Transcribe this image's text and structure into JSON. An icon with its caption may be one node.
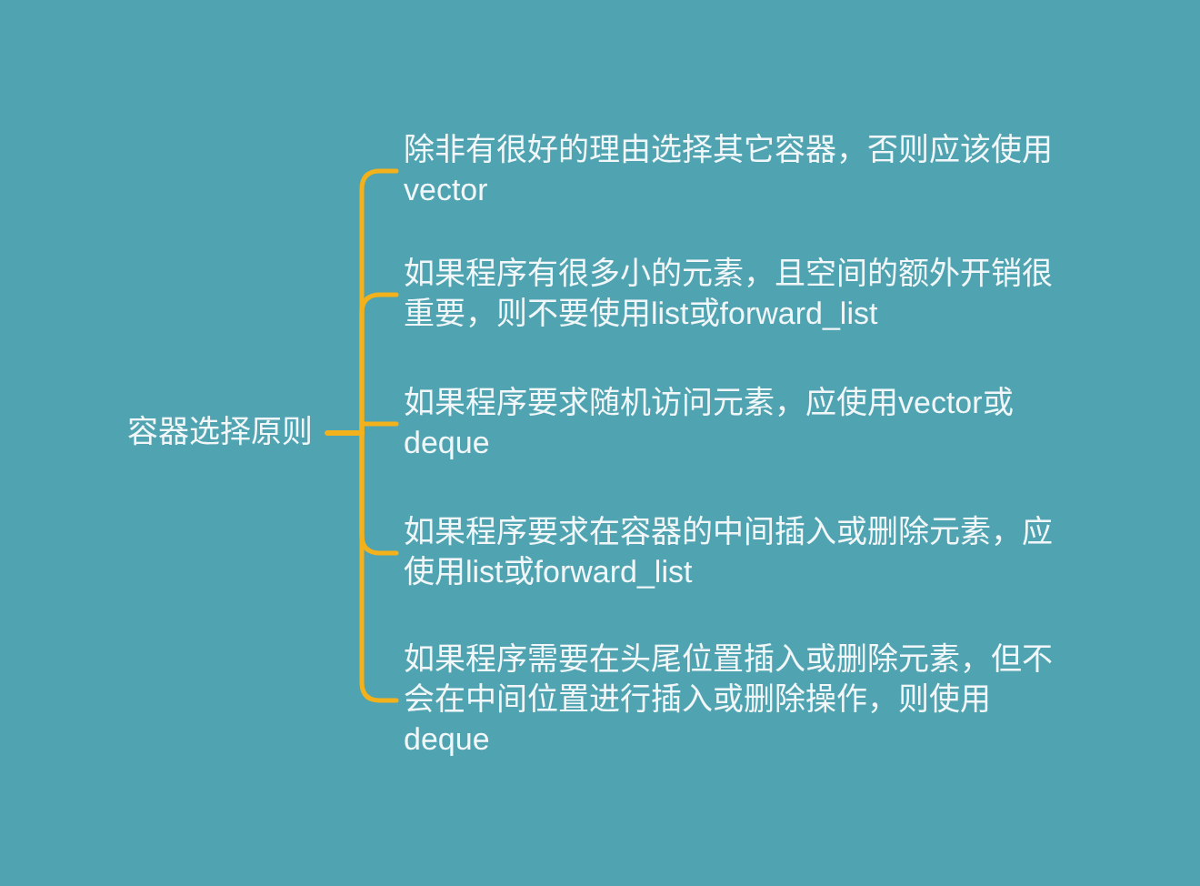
{
  "diagram": {
    "nodes": [
      {
        "text": [
          "容器选择原则"
        ]
      },
      {
        "text": [
          "除非有很好的理由选择其它容器，否则应该使用vector"
        ]
      },
      {
        "text": [
          "如果程序有很多小的元素，且空间的额外开销很重要，则不要使用list或forward_list"
        ]
      },
      {
        "text": [
          "如果程序要求随机访问元素，应使用vector或deque"
        ]
      },
      {
        "text": [
          "如果程序要求在容器的中间插入或删除元素，应使用list或forward_list"
        ]
      },
      {
        "text": [
          "如果程序需要在头尾位置插入或删除元素，但不会在中间位置进行插入或删除操作，则使用deque"
        ]
      }
    ],
    "edges": [
      {
        "from": 0,
        "to": 1,
        "arrow": "none"
      },
      {
        "from": 0,
        "to": 2,
        "arrow": "none"
      },
      {
        "from": 0,
        "to": 3,
        "arrow": "none"
      },
      {
        "from": 0,
        "to": 4,
        "arrow": "none"
      },
      {
        "from": 0,
        "to": 5,
        "arrow": "none"
      }
    ]
  }
}
